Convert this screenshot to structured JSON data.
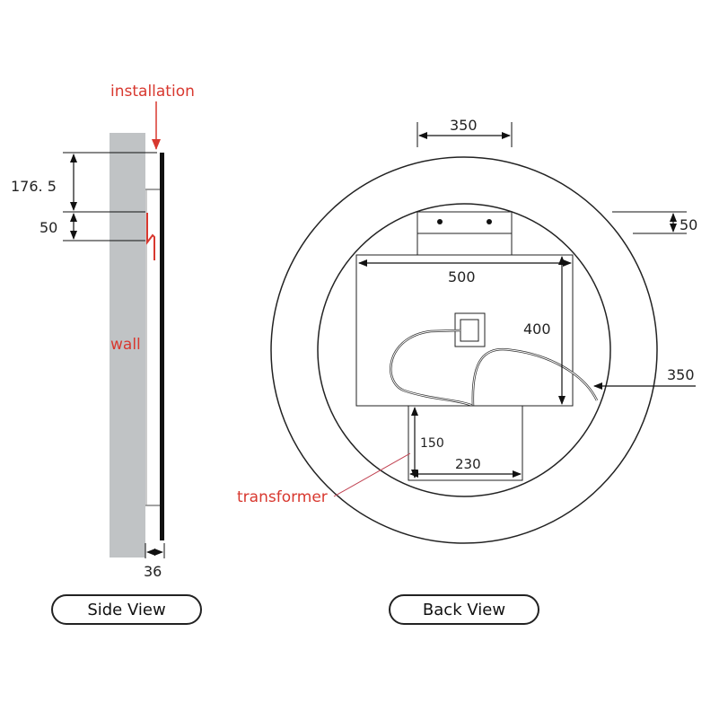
{
  "side_view": {
    "label": "Side View",
    "installation_label": "installation",
    "wall_label": "wall",
    "dim_top": "176. 5",
    "dim_hook": "50",
    "dim_depth": "36"
  },
  "back_view": {
    "label": "Back View",
    "dim_bracket_width": "350",
    "dim_bracket_offset": "50",
    "dim_panel_width": "500",
    "dim_panel_height": "400",
    "dim_radius": "350",
    "dim_transformer_height": "150",
    "dim_transformer_width": "230",
    "transformer_label": "transformer"
  },
  "colors": {
    "accent": "#d8382f",
    "wall": "#c0c3c5"
  }
}
